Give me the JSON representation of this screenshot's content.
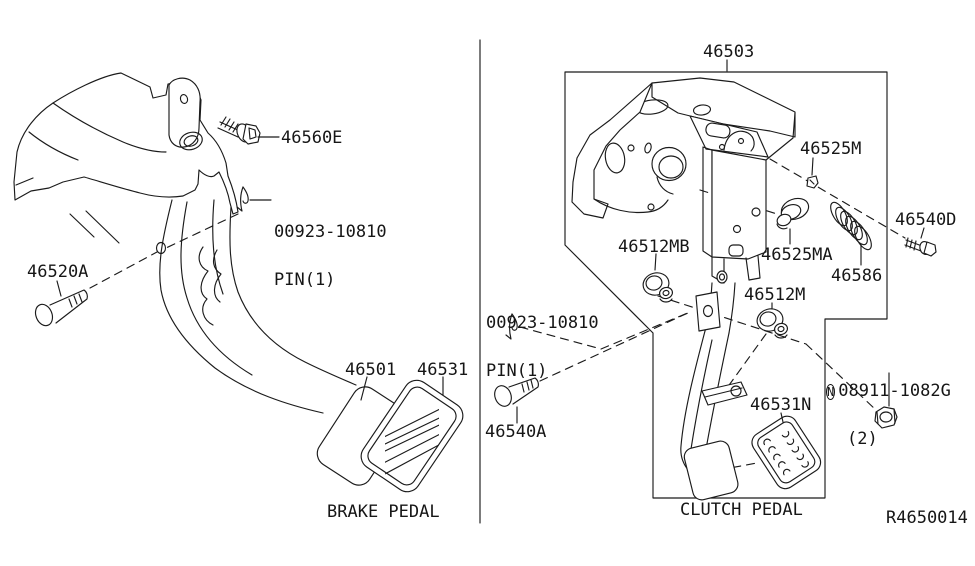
{
  "figure_code": "R4650014",
  "brake_panel": {
    "caption": "BRAKE PEDAL",
    "parts": {
      "bolt": "46560E",
      "pin": "00923-10810",
      "pin_qty": "PIN(1)",
      "fulcrum_bolt": "46520A",
      "pedal_assy": "46501",
      "pad": "46531"
    }
  },
  "clutch_panel": {
    "caption": "CLUTCH PEDAL",
    "parts": {
      "bracket_assy": "46503",
      "clip": "46525M",
      "bushing_b": "46512MB",
      "stopper": "46525MA",
      "spring": "46586",
      "screw": "46540D",
      "pin": "00923-10810",
      "pin_qty": "PIN(1)",
      "bushing": "46512M",
      "nut_symbol": "N",
      "nut": "08911-1082G",
      "nut_qty": "(2)",
      "pad": "46531N",
      "bolt": "46540A"
    }
  }
}
